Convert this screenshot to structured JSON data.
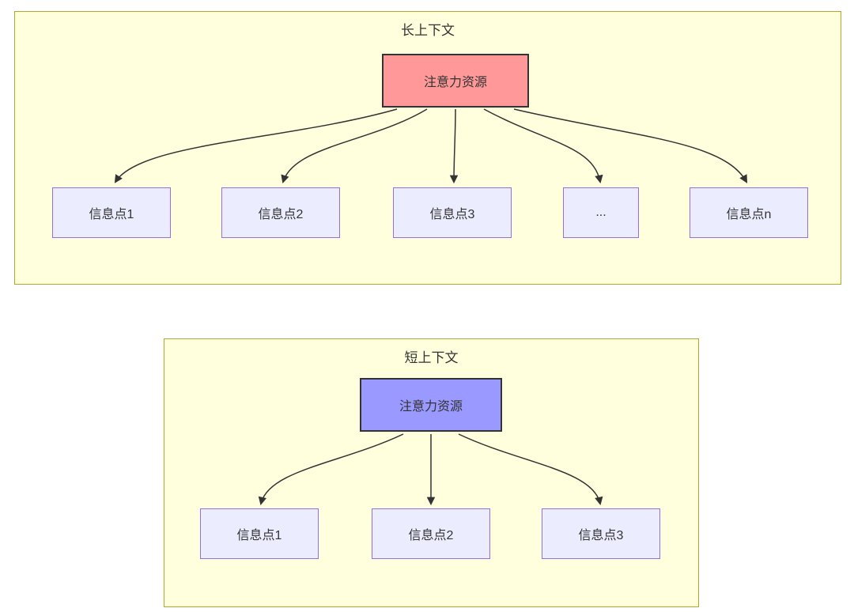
{
  "diagram_type": "attention-context-comparison",
  "colors": {
    "container_fill": "#ffffde",
    "container_border": "#aaaa33",
    "node_fill": "#ececff",
    "node_border": "#9370db",
    "long_attention_fill": "#ff9999",
    "short_attention_fill": "#9999ff",
    "edge_color": "#333333"
  },
  "long_context": {
    "title": "长上下文",
    "attention": "注意力资源",
    "nodes": [
      "信息点1",
      "信息点2",
      "信息点3",
      "...",
      "信息点n"
    ]
  },
  "short_context": {
    "title": "短上下文",
    "attention": "注意力资源",
    "nodes": [
      "信息点1",
      "信息点2",
      "信息点3"
    ]
  }
}
